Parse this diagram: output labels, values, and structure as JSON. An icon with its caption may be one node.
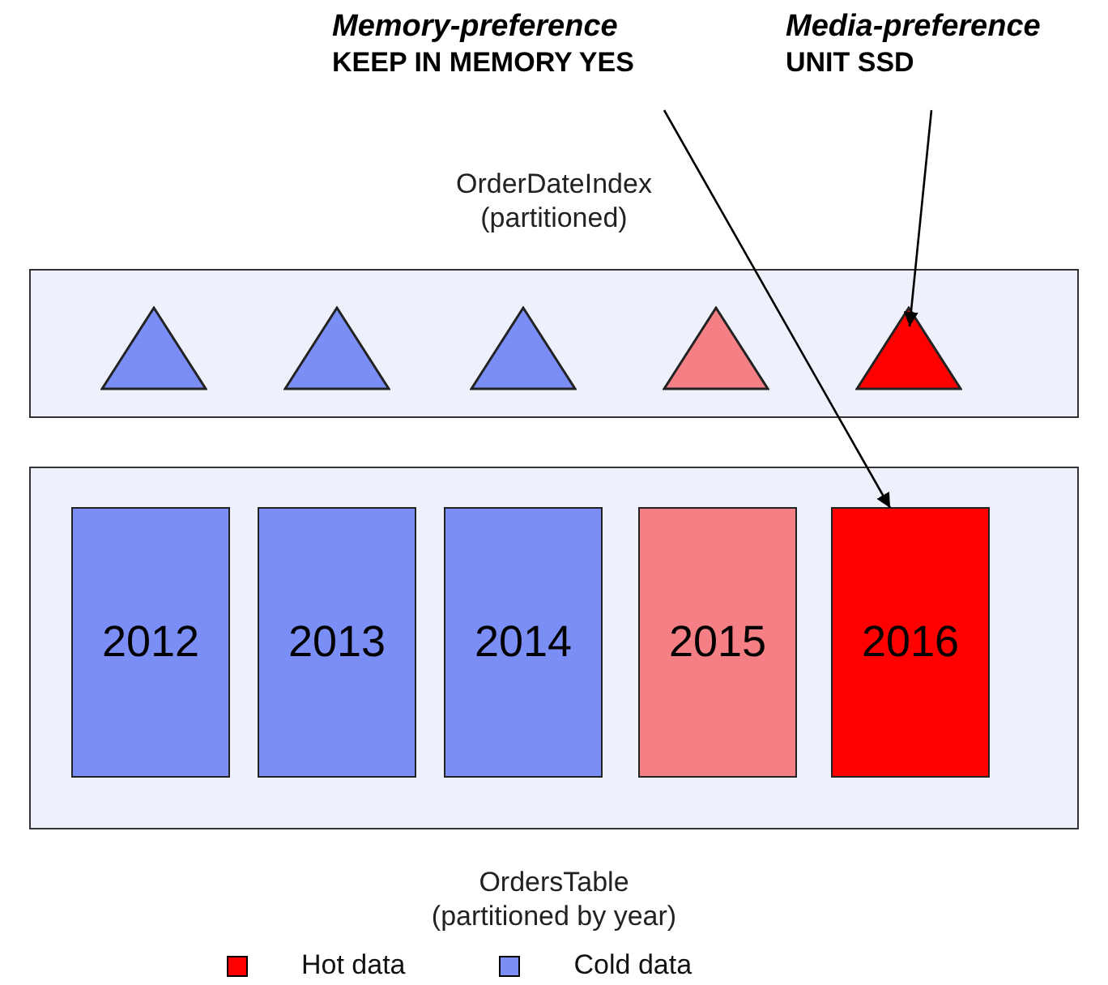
{
  "diagram": {
    "nodes": [
      {
        "text": [
          "Memory-preference",
          "KEEP IN MEMORY YES"
        ]
      },
      {
        "text": [
          "Media-preference",
          "UNIT SSD"
        ]
      },
      {
        "text": [
          "OrderDateIndex (partitioned)"
        ]
      },
      {
        "text": [],
        "shape": "triangle",
        "in": 2
      },
      {
        "text": [],
        "shape": "triangle",
        "in": 2
      },
      {
        "text": [],
        "shape": "triangle",
        "in": 2
      },
      {
        "text": [],
        "shape": "triangle",
        "in": 2
      },
      {
        "text": [],
        "shape": "triangle",
        "in": 2
      },
      {
        "text": [
          "OrdersTable (partitioned by year)"
        ]
      },
      {
        "text": [
          "2012"
        ],
        "in": 8
      },
      {
        "text": [
          "2013"
        ],
        "in": 8
      },
      {
        "text": [
          "2014"
        ],
        "in": 8
      },
      {
        "text": [
          "2015"
        ],
        "in": 8
      },
      {
        "text": [
          "2016"
        ],
        "in": 8
      }
    ],
    "edges": [
      {
        "from": 0,
        "to": 13,
        "arrow": "to"
      },
      {
        "from": 1,
        "to": 7,
        "arrow": "to"
      }
    ],
    "legend": [
      {
        "text": "Hot data",
        "color": "#ff0000"
      },
      {
        "text": "Cold data",
        "color": "#7b8ef5"
      }
    ]
  }
}
